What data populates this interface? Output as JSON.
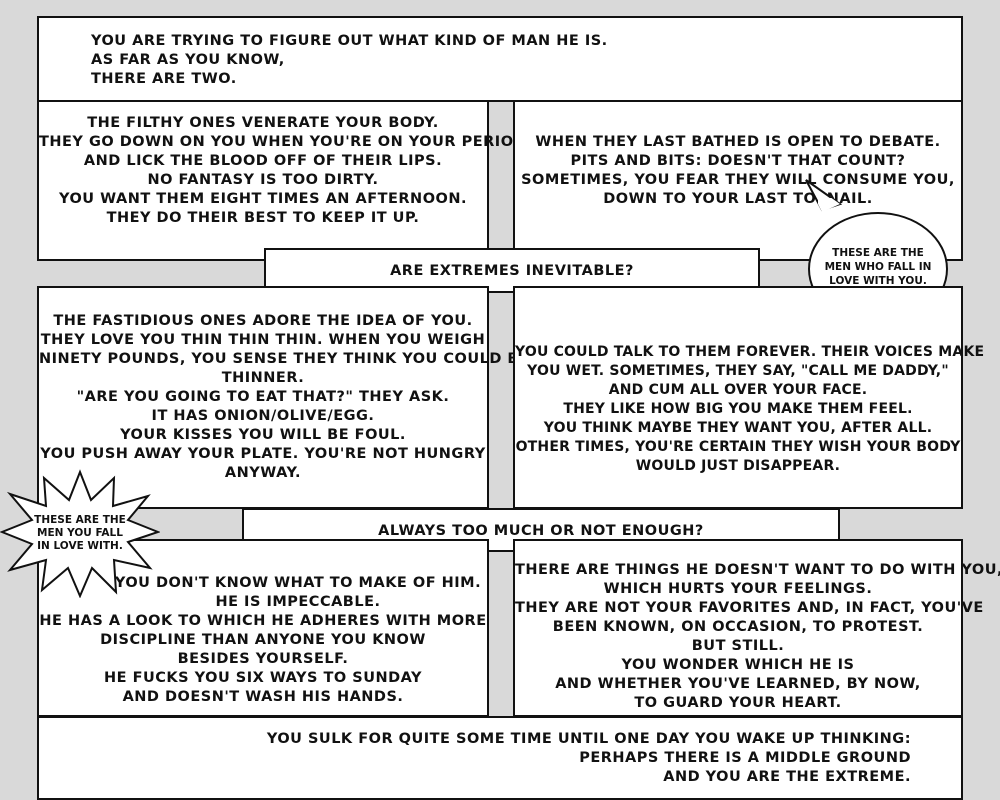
{
  "intro": {
    "lines": [
      "You are trying to figure out what kind of man he is.",
      "As far as you know,",
      "there are two."
    ]
  },
  "filthy": {
    "lines": [
      "The filthy ones venerate your body.",
      "They go down on you when you're on your period",
      "and lick the blood off of their lips.",
      "No fantasy is too dirty.",
      "You want them eight times an afternoon.",
      "They do their best to keep it up."
    ]
  },
  "bathed": {
    "lines": [
      "When they last bathed is open to debate.",
      "Pits and bits: doesn't that count?",
      "Sometimes, you fear they will consume you,",
      "down to your last toenail."
    ]
  },
  "question1": "Are extremes inevitable?",
  "bubble_love_you": {
    "lines": [
      "These are the",
      "men who fall in",
      "love with you."
    ]
  },
  "fastidious": {
    "lines": [
      "The fastidious ones adore the idea of you.",
      "They love you thin thin thin. When you weigh",
      "ninety pounds, you sense they think you could be",
      "thinner.",
      "\"Are you going to eat that?\" they ask.",
      "It has onion/olive/egg.",
      "Your kisses you will be foul.",
      "You push away your plate. You're not hungry",
      "anyway."
    ]
  },
  "talk": {
    "lines": [
      "You could talk to them forever. Their voices make",
      "you wet. Sometimes, they say, \"Call me daddy,\"",
      "and cum all over your face.",
      "They like how big you make them feel.",
      "You think maybe they want you, after all.",
      "Other times, you're certain they wish your body",
      "would just disappear."
    ]
  },
  "question2": "Always too much or not enough?",
  "burst_fall_love": {
    "lines": [
      "These are the",
      "men you fall",
      "in love with."
    ]
  },
  "impeccable": {
    "lines": [
      "You don't know what to make of him.",
      "He is impeccable.",
      "He has a look to which he adheres with more",
      "discipline than anyone you know",
      "besides yourself.",
      "He fucks you six ways to Sunday",
      "and doesn't wash his hands."
    ]
  },
  "things": {
    "lines": [
      "There are things he doesn't want to do with you,",
      "which hurts your feelings.",
      "They are not your favorites and, in fact, you've",
      "been known, on occasion, to protest.",
      "But still.",
      "You wonder which he is",
      "and whether you've learned, by now,",
      "to guard your heart."
    ]
  },
  "ending": {
    "lines": [
      "You sulk for quite some time until one day you wake up thinking:",
      "perhaps there is a middle ground",
      "and you are the extreme."
    ]
  }
}
